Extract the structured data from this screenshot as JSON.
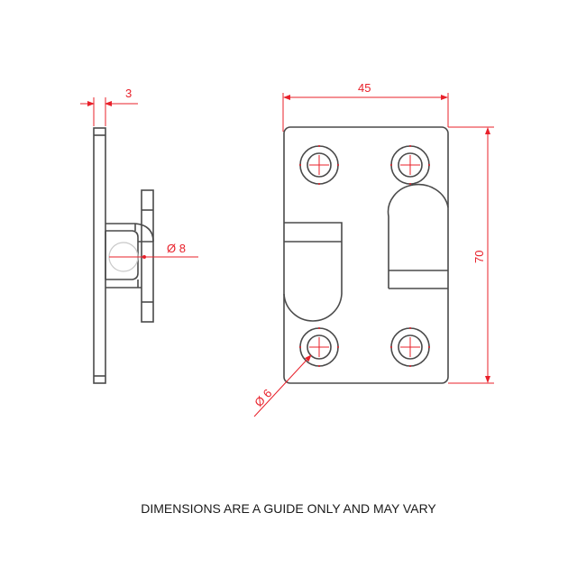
{
  "drawing": {
    "side_view": {
      "label": "side-view",
      "thickness_dimension": "3",
      "hook_diameter_dimension": "Ø 8"
    },
    "front_view": {
      "label": "front-view",
      "width_dimension": "45",
      "height_dimension": "70",
      "hole_diameter_dimension": "Ø 6",
      "holes": [
        {
          "position": "top-left"
        },
        {
          "position": "top-right"
        },
        {
          "position": "bottom-left"
        },
        {
          "position": "bottom-right"
        }
      ]
    },
    "colors": {
      "outline": "#4a4a4a",
      "dimension": "#e8202a",
      "hidden_line": "#c8c8c8",
      "background": "#ffffff"
    }
  },
  "footer": {
    "note": "DIMENSIONS ARE A GUIDE ONLY AND MAY VARY"
  }
}
